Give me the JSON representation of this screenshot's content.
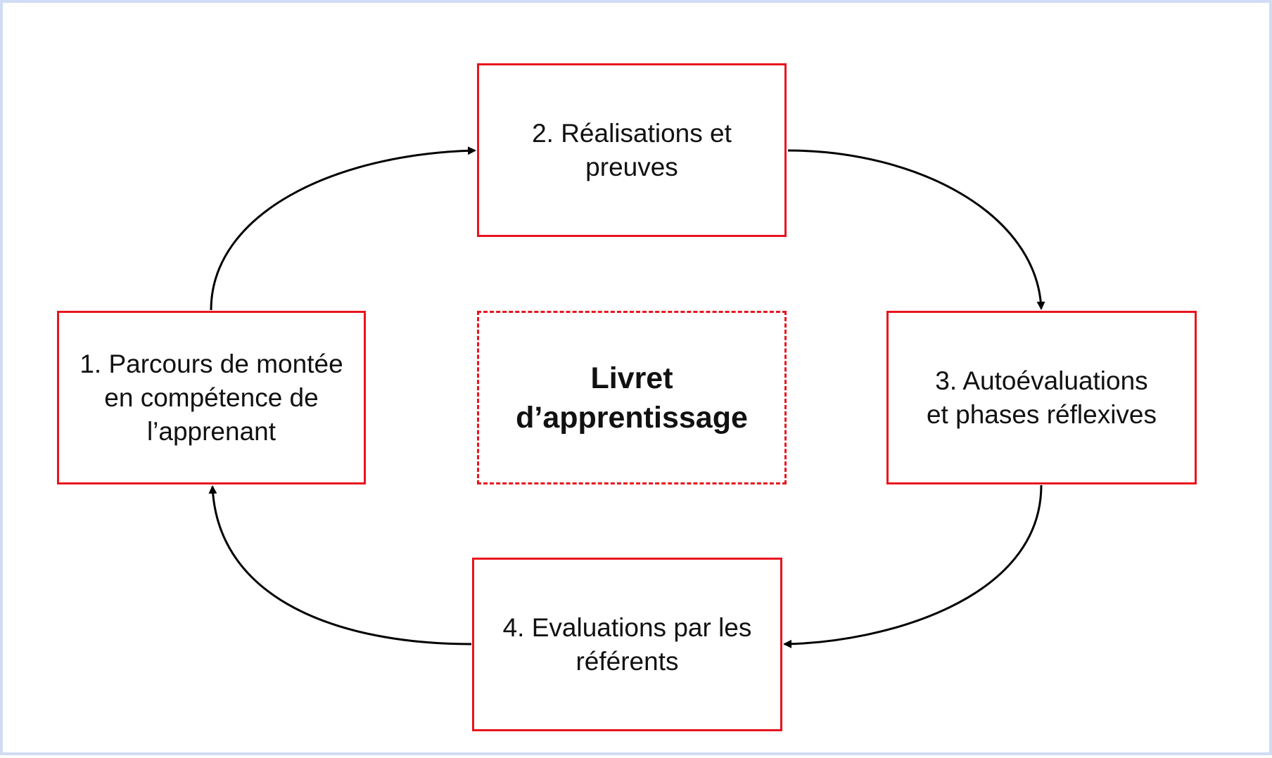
{
  "diagram": {
    "center_label": "Livret\nd’apprentissage",
    "steps": [
      {
        "label": "1.  Parcours de montée\n en compétence de\nl’apprenant"
      },
      {
        "label": "2. Réalisations et\npreuves"
      },
      {
        "label": "3. Autoévaluations\net phases réflexives"
      },
      {
        "label": "4. Evaluations par les\nréférents"
      }
    ],
    "colors": {
      "box_border": "#e8141e",
      "arrow": "#000000",
      "frame_border": "#cfdcf3"
    }
  }
}
